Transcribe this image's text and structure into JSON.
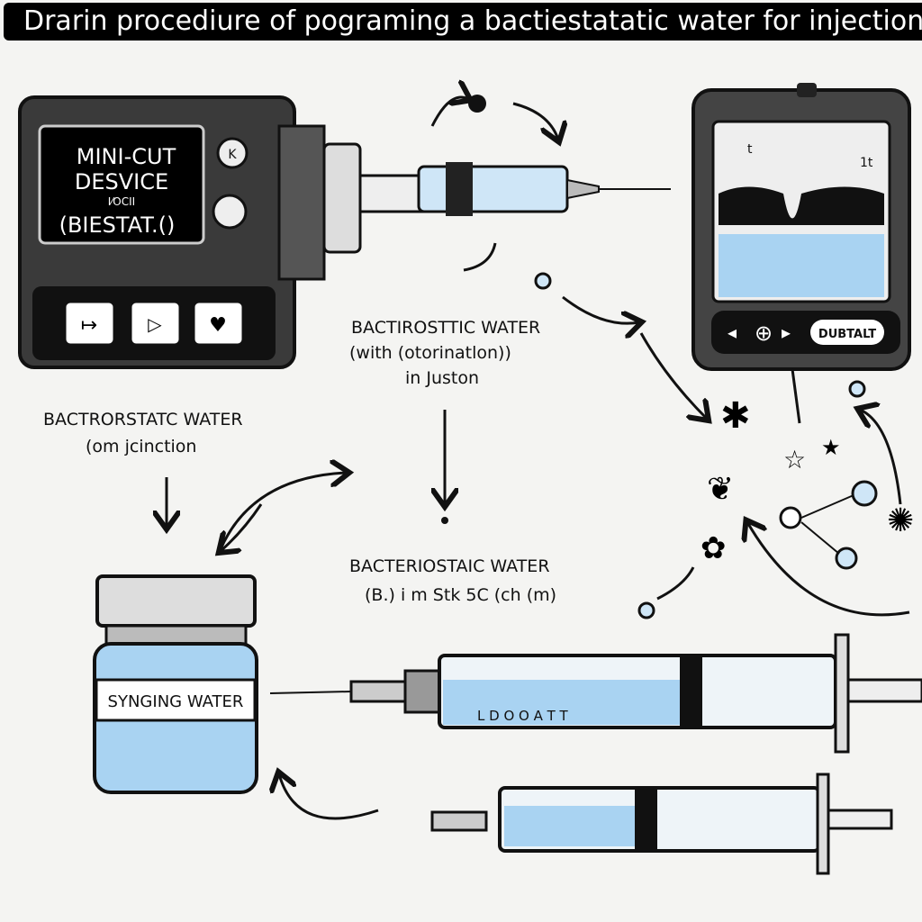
{
  "title": "Drarin procediure of pograming a bactiestatatic water for injection",
  "device": {
    "line1": "MINI-CUT",
    "line2": "DESVICE",
    "line3": "I⁄OCII",
    "line4": "(BIESTAT.()",
    "button_k": "K"
  },
  "monitor": {
    "button_label": "DUBTALT",
    "tick_left": "t",
    "tick_right": "1t"
  },
  "labels": {
    "center_top": [
      "BACTIROSTTIC WATER",
      "(with (otorinatlon))",
      "in Juston"
    ],
    "left": [
      "BACTRORSTATC WATER",
      "(om jcinction"
    ],
    "center_bottom": [
      "BACTERIOSTAIC WATER",
      "(B.) i m Stk 5C (ch (m)"
    ]
  },
  "vial": {
    "label": "SYNGING WATER"
  },
  "syringe": {
    "markings": "L  D  O  O  A  T  T"
  },
  "colors": {
    "liquid": "#a9d3f2",
    "ink": "#111111"
  }
}
